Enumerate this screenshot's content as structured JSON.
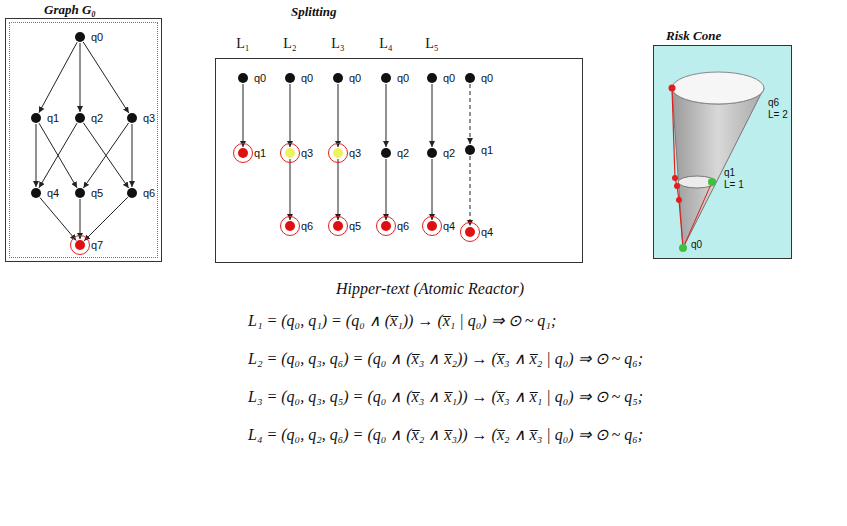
{
  "diagram": {
    "nodes": [
      {
        "text": [
          "Graph G₀"
        ]
      },
      {
        "text": [
          "q0"
        ],
        "in": 0
      },
      {
        "text": [
          "q1"
        ],
        "in": 0
      },
      {
        "text": [
          "q2"
        ],
        "in": 0
      },
      {
        "text": [
          "q3"
        ],
        "in": 0
      },
      {
        "text": [
          "q4"
        ],
        "in": 0
      },
      {
        "text": [
          "q5"
        ],
        "in": 0
      },
      {
        "text": [
          "q6"
        ],
        "in": 0
      },
      {
        "text": [
          "q7"
        ],
        "in": 0
      },
      {
        "text": [
          "Splitting"
        ]
      },
      {
        "text": [
          "q0"
        ],
        "in": 9
      },
      {
        "text": [
          "q1"
        ],
        "in": 9
      },
      {
        "text": [
          "q0"
        ],
        "in": 9
      },
      {
        "text": [
          "q3"
        ],
        "in": 9
      },
      {
        "text": [
          "q6"
        ],
        "in": 9
      },
      {
        "text": [
          "q0"
        ],
        "in": 9
      },
      {
        "text": [
          "q3"
        ],
        "in": 9
      },
      {
        "text": [
          "q5"
        ],
        "in": 9
      },
      {
        "text": [
          "q0"
        ],
        "in": 9
      },
      {
        "text": [
          "q2"
        ],
        "in": 9
      },
      {
        "text": [
          "q6"
        ],
        "in": 9
      },
      {
        "text": [
          "q0"
        ],
        "in": 9
      },
      {
        "text": [
          "q2"
        ],
        "in": 9
      },
      {
        "text": [
          "q4"
        ],
        "in": 9
      },
      {
        "text": [
          "q0"
        ],
        "in": 9
      },
      {
        "text": [
          "q1"
        ],
        "in": 9
      },
      {
        "text": [
          "q4"
        ],
        "in": 9
      },
      {
        "text": [
          "Risk Cone"
        ]
      }
    ],
    "edges": [
      {
        "from": 1,
        "to": 2,
        "arrow": "to"
      },
      {
        "from": 1,
        "to": 3,
        "arrow": "to"
      },
      {
        "from": 1,
        "to": 4,
        "arrow": "to"
      },
      {
        "from": 2,
        "to": 5,
        "arrow": "to"
      },
      {
        "from": 2,
        "to": 6,
        "arrow": "to"
      },
      {
        "from": 3,
        "to": 5,
        "arrow": "to"
      },
      {
        "from": 3,
        "to": 7,
        "arrow": "to"
      },
      {
        "from": 4,
        "to": 6,
        "arrow": "to"
      },
      {
        "from": 4,
        "to": 7,
        "arrow": "to"
      },
      {
        "from": 5,
        "to": 8,
        "arrow": "to"
      },
      {
        "from": 6,
        "to": 8,
        "arrow": "to"
      },
      {
        "from": 7,
        "to": 8,
        "arrow": "to"
      },
      {
        "from": 10,
        "to": 11,
        "arrow": "to"
      },
      {
        "from": 12,
        "to": 13,
        "arrow": "to"
      },
      {
        "from": 13,
        "to": 14,
        "arrow": "to"
      },
      {
        "from": 15,
        "to": 16,
        "arrow": "to"
      },
      {
        "from": 16,
        "to": 17,
        "arrow": "to"
      },
      {
        "from": 18,
        "to": 19,
        "arrow": "to"
      },
      {
        "from": 19,
        "to": 20,
        "arrow": "to"
      },
      {
        "from": 21,
        "to": 22,
        "arrow": "to"
      },
      {
        "from": 22,
        "to": 23,
        "arrow": "to"
      },
      {
        "from": 24,
        "to": 25,
        "arrow": "to"
      },
      {
        "from": 25,
        "to": 26,
        "arrow": "to"
      }
    ],
    "labels": [
      "L₁",
      "L₂",
      "L₃",
      "L₄",
      "L₅",
      "q6",
      "L= 2",
      "q1",
      "L= 1",
      "q0",
      "Hipper-text (Atomic Reactor)",
      "L₁ = (q₀, q₁) = (q₀ ∧ (x̅₁)) → (x̅₁ | q₀) ⇒ ⊙ ~ q₁;",
      "L₂ = (q₀, q₃, q₆) = (q₀ ∧ (x̅₃ ∧ x̅₂)) → (x̅₃ ∧ x̅₂ | q₀) ⇒ ⊙ ~ q₆;",
      "L₃ = (q₀, q₃, q₅) = (q₀ ∧ (x̅₃ ∧ x̅₁)) → (x̅₃ ∧ x̅₁ | q₀) ⇒ ⊙ ~ q₅;",
      "L₄ = (q₀, q₂, q₆) = (q₀ ∧ (x̅₂ ∧ x̅₃)) → (x̅₂ ∧ x̅₃ | q₀) ⇒ ⊙ ~ q₆;"
    ]
  }
}
